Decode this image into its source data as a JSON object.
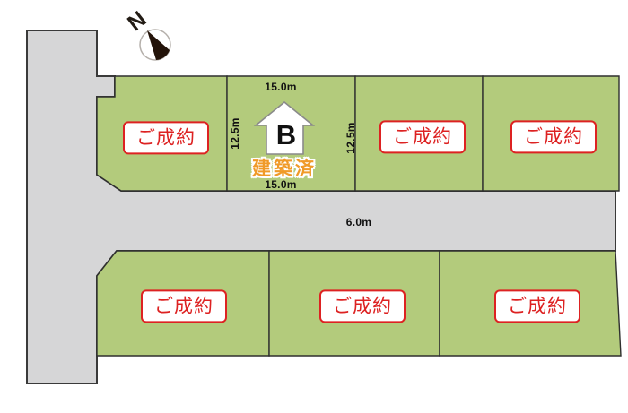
{
  "compass": {
    "label": "N"
  },
  "road": {
    "width_label": "6.0m"
  },
  "lots": {
    "top_row": [
      {
        "status_label": "ご成約"
      },
      {
        "name": "B",
        "built_label": "建築済",
        "frontage_top": "15.0m",
        "frontage_bottom": "15.0m",
        "depth_left": "12.5m",
        "depth_right": "12.5m"
      },
      {
        "status_label": "ご成約"
      },
      {
        "status_label": "ご成約"
      }
    ],
    "bottom_row": [
      {
        "status_label": "ご成約"
      },
      {
        "status_label": "ご成約"
      },
      {
        "status_label": "ご成約"
      }
    ]
  },
  "colors": {
    "lot_green": "#b3cb7c",
    "road_gray": "#d6d6d7",
    "sold_red": "#dd2222",
    "built_orange": "#f09a28",
    "outline_dark": "#3a3a3a"
  }
}
